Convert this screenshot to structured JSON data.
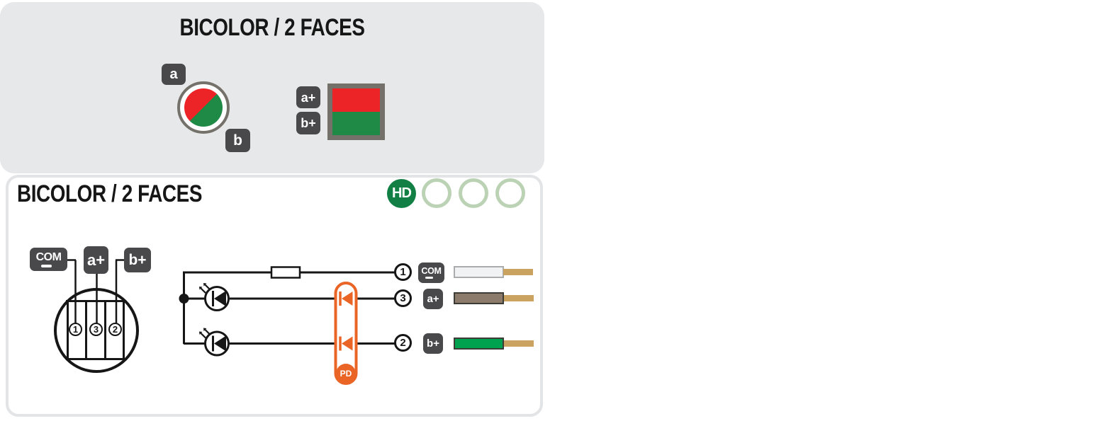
{
  "top_panel": {
    "title": "BICOLOR / 2 FACES",
    "round_indicator": {
      "label_top": "a",
      "label_bottom": "b"
    },
    "square_indicator": {
      "label_top": "a+",
      "label_bottom": "b+"
    }
  },
  "bottom_panel": {
    "title": "BICOLOR / 2 FACES",
    "hd_badge": "HD",
    "empty_badge_count": 3,
    "connector": {
      "label_com": "COM",
      "label_a": "a+",
      "label_b": "b+",
      "pin_left": "1",
      "pin_middle": "3",
      "pin_right": "2"
    },
    "circuit": {
      "protection_diodes_label": "PD",
      "outputs": [
        {
          "pin": "1",
          "label": "COM",
          "wire_color": "white",
          "wire_hex": "#f1f2f4"
        },
        {
          "pin": "3",
          "label": "a+",
          "wire_color": "brown",
          "wire_hex": "#8c7b6b"
        },
        {
          "pin": "2",
          "label": "b+",
          "wire_color": "green",
          "wire_hex": "#00a14f"
        }
      ]
    }
  },
  "colors": {
    "red": "#ec2427",
    "green": "#1e8a45",
    "orange": "#ea6426",
    "hd_green": "#128045",
    "panel_gray": "#e7e8e9",
    "label_gray": "#49494b",
    "ring_taupe": "#74706a",
    "badge_ring_pale": "#bcd2b5",
    "wire_tip_tan": "#c9a35f",
    "line_black": "#161616"
  }
}
